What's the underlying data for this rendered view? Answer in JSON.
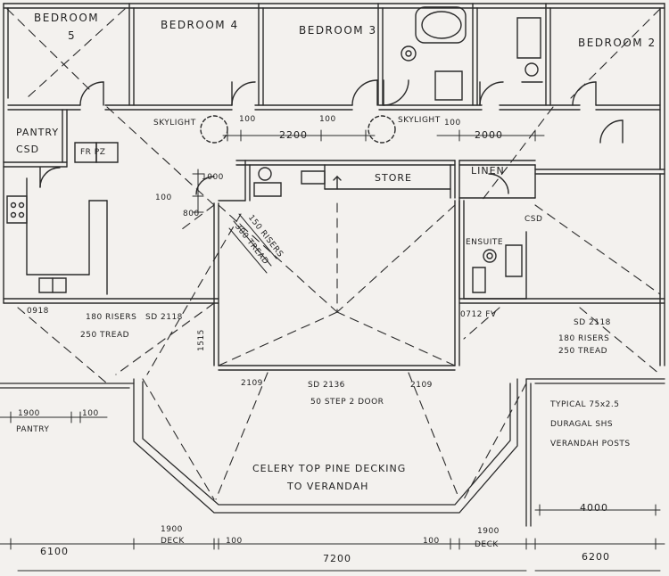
{
  "rooms": {
    "bedroom5": "BEDROOM",
    "bedroom5_num": "5",
    "bedroom4": "BEDROOM 4",
    "bedroom3": "BEDROOM 3",
    "bedroom2": "BEDROOM 2",
    "pantry": "PANTRY",
    "pantry_csd": "CSD",
    "fr_pz": "FR PZ",
    "store": "STORE",
    "linen": "LINEN",
    "ensuite": "ENSUITE",
    "ensuite_csd": "CSD"
  },
  "notes": {
    "skylight_left": "SKYLIGHT",
    "skylight_right": "SKYLIGHT",
    "dim_100_a": "100",
    "dim_100_b": "100",
    "dim_2200": "2200",
    "dim_100_c": "100",
    "dim_2000": "2000",
    "dim_1000": "1000",
    "dim_100_d": "100",
    "dim_800": "800",
    "risers_stair": "150 RISERS",
    "tread_stair": "300 TREAD",
    "win_0918": "0918",
    "risers_left": "180 RISERS",
    "tread_left": "250 TREAD",
    "sd_left": "SD 2118",
    "dim_1515": "1515",
    "win_0912": "0712 FV",
    "sd_right": "SD 2118",
    "risers_right": "180 RISERS",
    "tread_right": "250 TREAD",
    "dim_2109_left": "2109",
    "sd_center": "SD 2136",
    "step_note": "50 STEP 2 DOOR",
    "dim_2109_right": "2109",
    "dim_1900_top": "1900",
    "dim_100_pantry": "100",
    "pantry_lower": "PANTRY",
    "posts_1": "TYPICAL 75x2.5",
    "posts_2": "DURAGAL SHS",
    "posts_3": "VERANDAH POSTS",
    "decking_1": "CELERY TOP PINE DECKING",
    "decking_2": "TO VERANDAH",
    "dim_4000": "4000",
    "dim_1900_left": "1900",
    "deck_left": "DECK",
    "dim_100_bl": "100",
    "dim_100_br": "100",
    "dim_1900_right": "1900",
    "deck_right": "DECK",
    "dim_6100": "6100",
    "dim_7200": "7200",
    "dim_6200": "6200"
  }
}
